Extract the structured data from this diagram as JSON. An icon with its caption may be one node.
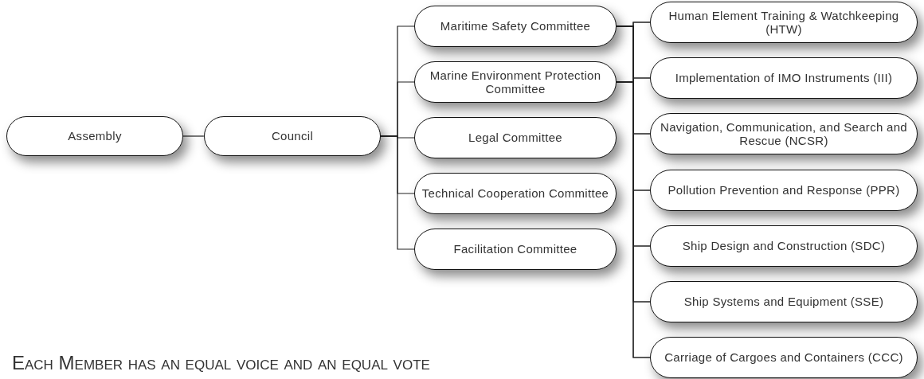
{
  "diagram": {
    "nodes": [
      {
        "text": [
          "Assembly"
        ]
      },
      {
        "text": [
          "Council"
        ]
      },
      {
        "text": [
          "Maritime Safety Committee"
        ]
      },
      {
        "text": [
          "Marine Environment Protection Committee"
        ]
      },
      {
        "text": [
          "Legal Committee"
        ]
      },
      {
        "text": [
          "Technical Cooperation Committee"
        ]
      },
      {
        "text": [
          "Facilitation Committee"
        ]
      },
      {
        "text": [
          "Human Element Training & Watchkeeping (HTW)"
        ]
      },
      {
        "text": [
          "Implementation of IMO Instruments (III)"
        ]
      },
      {
        "text": [
          "Navigation, Communication, and Search and Rescue (NCSR)"
        ]
      },
      {
        "text": [
          "Pollution Prevention and Response (PPR)"
        ]
      },
      {
        "text": [
          "Ship Design and Construction (SDC)"
        ]
      },
      {
        "text": [
          "Ship Systems and Equipment (SSE)"
        ]
      },
      {
        "text": [
          "Carriage of Cargoes and Containers (CCC)"
        ]
      }
    ],
    "edges": [
      {
        "from": 0,
        "to": 1,
        "arrow": "none"
      },
      {
        "from": 1,
        "to": 2,
        "arrow": "none"
      },
      {
        "from": 1,
        "to": 3,
        "arrow": "none"
      },
      {
        "from": 1,
        "to": 4,
        "arrow": "none"
      },
      {
        "from": 1,
        "to": 5,
        "arrow": "none"
      },
      {
        "from": 1,
        "to": 6,
        "arrow": "none"
      },
      {
        "from": 2,
        "to": 7,
        "arrow": "none"
      },
      {
        "from": 2,
        "to": 8,
        "arrow": "none"
      },
      {
        "from": 2,
        "to": 9,
        "arrow": "none"
      },
      {
        "from": 2,
        "to": 10,
        "arrow": "none"
      },
      {
        "from": 2,
        "to": 11,
        "arrow": "none"
      },
      {
        "from": 2,
        "to": 12,
        "arrow": "none"
      },
      {
        "from": 2,
        "to": 13,
        "arrow": "none"
      },
      {
        "from": 3,
        "to": 7,
        "arrow": "none"
      },
      {
        "from": 3,
        "to": 8,
        "arrow": "none"
      },
      {
        "from": 3,
        "to": 9,
        "arrow": "none"
      },
      {
        "from": 3,
        "to": 10,
        "arrow": "none"
      },
      {
        "from": 3,
        "to": 11,
        "arrow": "none"
      },
      {
        "from": 3,
        "to": 12,
        "arrow": "none"
      },
      {
        "from": 3,
        "to": 13,
        "arrow": "none"
      }
    ],
    "labels": [
      "Each Member has an equal voice and an equal vote"
    ]
  }
}
